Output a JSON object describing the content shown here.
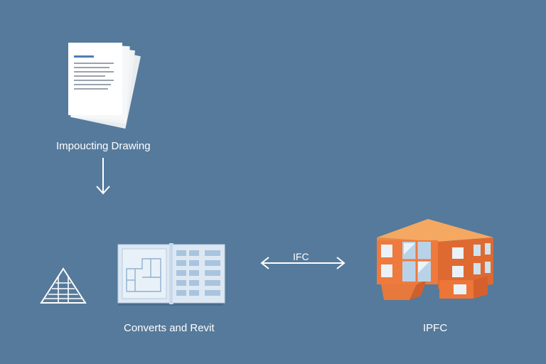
{
  "nodes": {
    "import": {
      "label": "Impoucting Drawing",
      "icon": "document-stack-icon"
    },
    "revit": {
      "label": "Converts and Revit",
      "icon": "blueprint-book-icon"
    },
    "ifc_building": {
      "label": "IPFC",
      "icon": "building-icon"
    },
    "side": {
      "icon": "triangle-ruler-icon"
    }
  },
  "edges": {
    "import_to_revit": {
      "direction": "down"
    },
    "revit_ifc": {
      "label": "IFC",
      "direction": "bidirectional"
    }
  },
  "colors": {
    "background": "#557a9b",
    "line": "#ffffff",
    "building_body": "#e8703a",
    "building_roof": "#f2a05a",
    "blueprint": "#d9e6f2"
  }
}
